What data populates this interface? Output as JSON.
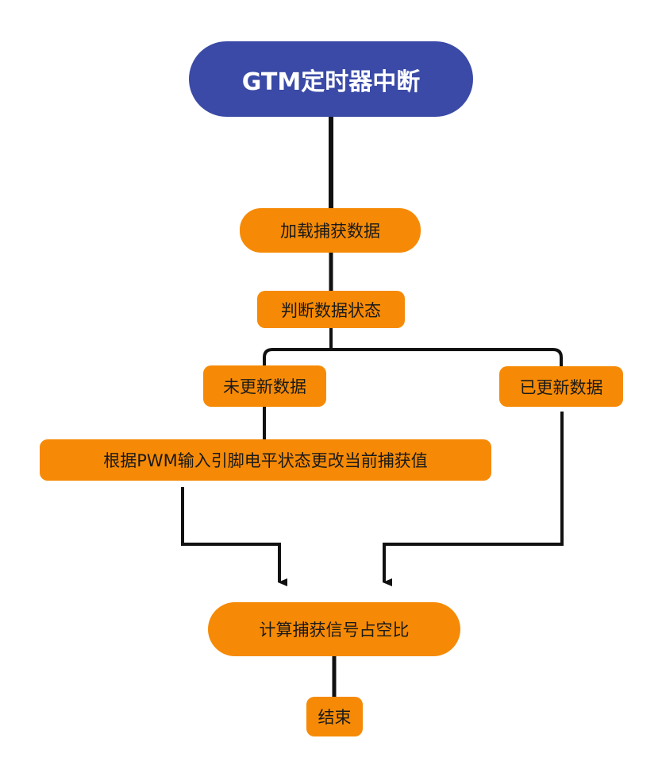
{
  "title": "GTM定时器中断",
  "nodes": {
    "start": "GTM定时器中断",
    "load": "加载捕获数据",
    "judge": "判断数据状态",
    "not_updated": "未更新数据",
    "updated": "已更新数据",
    "change_value": "根据PWM输入引脚电平状态更改当前捕获值",
    "compute": "计算捕获信号占空比",
    "end": "结束"
  },
  "colors": {
    "start_fill": "#3a4aa6",
    "node_fill": "#f68a06",
    "line": "#111111"
  }
}
